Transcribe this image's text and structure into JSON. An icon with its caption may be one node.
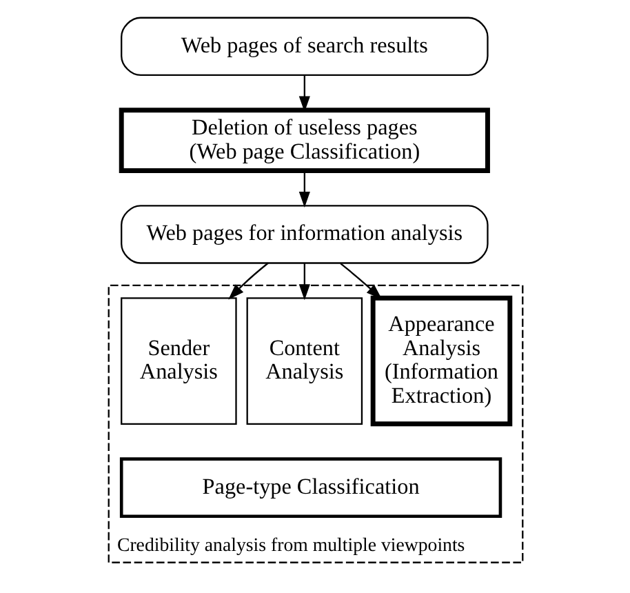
{
  "diagram": {
    "nodes": [
      {
        "text": [
          "Web pages of search results"
        ]
      },
      {
        "text": [
          "Deletion of useless pages (Web page Classification)"
        ]
      },
      {
        "text": [
          "Web pages for information analysis"
        ]
      },
      {
        "text": [
          "Credibility analysis from multiple viewpoints"
        ]
      },
      {
        "text": [
          "Sender Analysis"
        ],
        "in": 3
      },
      {
        "text": [
          "Content Analysis"
        ],
        "in": 3
      },
      {
        "text": [
          "Appearance Analysis (Information Extraction)"
        ],
        "in": 3
      },
      {
        "text": [
          "Page-type Classification"
        ],
        "in": 3
      }
    ],
    "edges": [
      {
        "from": 0,
        "to": 1,
        "arrow": "to"
      },
      {
        "from": 1,
        "to": 2,
        "arrow": "to"
      },
      {
        "from": 2,
        "to": 4,
        "arrow": "to"
      },
      {
        "from": 2,
        "to": 5,
        "arrow": "to"
      },
      {
        "from": 2,
        "to": 6,
        "arrow": "to"
      }
    ]
  }
}
